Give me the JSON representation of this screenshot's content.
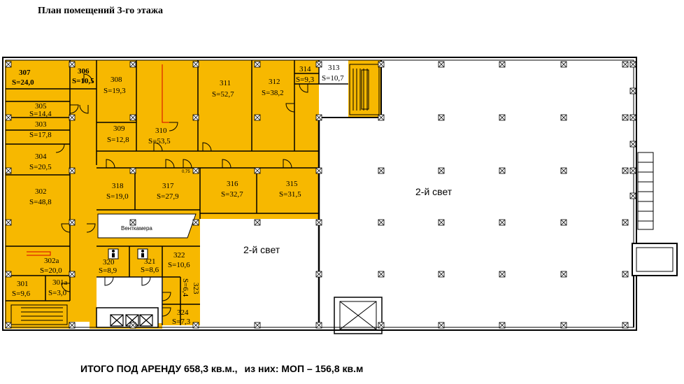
{
  "title": "План помещений 3-го этажа",
  "footer": {
    "total": "ИТОГО ПОД АРЕНДУ 658,3 кв.м.,",
    "mop": "из них: МОП – 156,8 кв.м"
  },
  "colors": {
    "rented": "#f7b800",
    "wall": "#000000",
    "background": "#ffffff"
  },
  "rooms": [
    {
      "id": "307",
      "num": "307",
      "area": "S=24,0"
    },
    {
      "id": "306",
      "num": "306",
      "area": "S=10,5"
    },
    {
      "id": "308",
      "num": "308",
      "area": "S=19,3"
    },
    {
      "id": "311",
      "num": "311",
      "area": "S=52,7"
    },
    {
      "id": "312",
      "num": "312",
      "area": "S=38,2"
    },
    {
      "id": "314",
      "num": "314",
      "area": "S=9,3"
    },
    {
      "id": "313",
      "num": "313",
      "area": "S=10,7"
    },
    {
      "id": "305",
      "num": "305",
      "area": "S=14,4"
    },
    {
      "id": "303",
      "num": "303",
      "area": "S=17,8"
    },
    {
      "id": "309",
      "num": "309",
      "area": "S=12,8"
    },
    {
      "id": "310",
      "num": "310",
      "area": "S=53,5"
    },
    {
      "id": "304",
      "num": "304",
      "area": "S=20,5"
    },
    {
      "id": "318",
      "num": "318",
      "area": "S=19,0"
    },
    {
      "id": "317",
      "num": "317",
      "area": "S=27,9"
    },
    {
      "id": "316",
      "num": "316",
      "area": "S=32,7"
    },
    {
      "id": "315",
      "num": "315",
      "area": "S=31,5"
    },
    {
      "id": "302",
      "num": "302",
      "area": "S=48,8"
    },
    {
      "id": "302a",
      "num": "302а",
      "area": "S=20,0"
    },
    {
      "id": "301",
      "num": "301",
      "area": "S=9,6"
    },
    {
      "id": "301a",
      "num": "301а",
      "area": "S=3,0"
    },
    {
      "id": "320",
      "num": "320",
      "area": "S=8,9"
    },
    {
      "id": "321",
      "num": "321",
      "area": "S=8,6"
    },
    {
      "id": "322",
      "num": "322",
      "area": "S=10,6"
    },
    {
      "id": "323",
      "num": "323",
      "area": "S=6,4"
    },
    {
      "id": "324",
      "num": "324",
      "area": "S=7,3"
    }
  ],
  "labels": {
    "ventkamera": "Венткамера",
    "atrium_large": "2-й свет",
    "atrium_small": "2-й свет",
    "door_tag": "0,75"
  },
  "icons": [
    "column-marker-icon",
    "door-swing-icon",
    "staircase-icon",
    "elevator-icon",
    "wc-person-icon"
  ]
}
